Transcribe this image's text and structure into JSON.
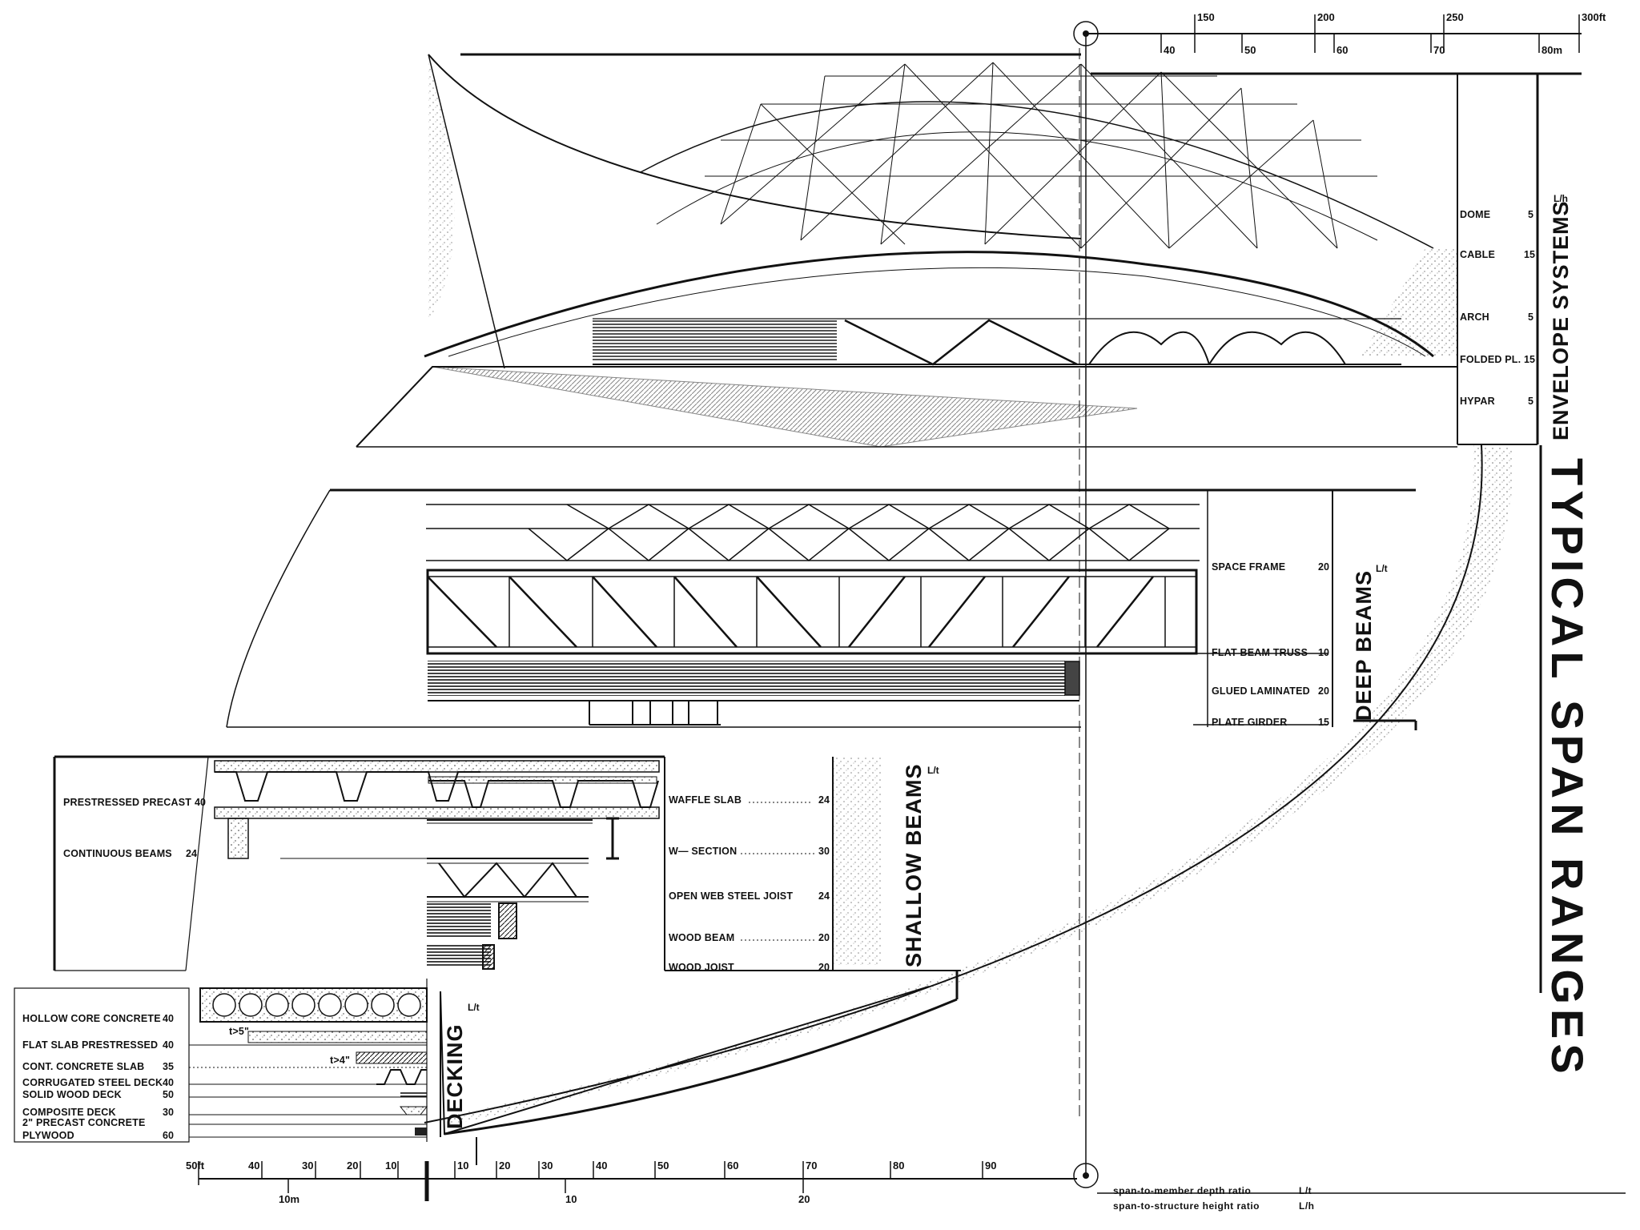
{
  "title": "TYPICAL SPAN RANGES",
  "top_scale": {
    "ft": [
      "150",
      "200",
      "250",
      "300ft"
    ],
    "m": [
      "40",
      "50",
      "60",
      "70",
      "80m"
    ]
  },
  "bottom_scale": {
    "left_ft": [
      "50ft",
      "40",
      "30",
      "20",
      "10"
    ],
    "left_m": "10m",
    "right_ft": [
      "10",
      "20",
      "30",
      "40",
      "50",
      "60",
      "70",
      "80",
      "90"
    ],
    "right_m": [
      "10",
      "20"
    ]
  },
  "envelope_systems": {
    "title": "ENVELOPE SYSTEMS",
    "unit": "L/h",
    "items": [
      {
        "label": "DOME",
        "value": "5"
      },
      {
        "label": "CABLE",
        "value": "15"
      },
      {
        "label": "ARCH",
        "value": "5"
      },
      {
        "label": "FOLDED PL.",
        "value": "15"
      },
      {
        "label": "HYPAR",
        "value": "5"
      }
    ]
  },
  "deep_beams": {
    "title": "DEEP BEAMS",
    "unit": "L/t",
    "items": [
      {
        "label": "SPACE FRAME",
        "value": "20"
      },
      {
        "label": "FLAT BEAM TRUSS",
        "value": "10"
      },
      {
        "label": "GLUED LAMINATED",
        "value": "20"
      },
      {
        "label": "PLATE GIRDER",
        "value": "15"
      }
    ]
  },
  "shallow_beams": {
    "title": "SHALLOW BEAMS",
    "unit": "L/t",
    "left_items": [
      {
        "label": "PRESTRESSED PRECAST",
        "value": "40"
      },
      {
        "label": "CONTINUOUS BEAMS",
        "value": "24"
      }
    ],
    "right_items": [
      {
        "label": "WAFFLE SLAB",
        "value": "24"
      },
      {
        "label": "W— SECTION",
        "value": "30"
      },
      {
        "label": "OPEN WEB STEEL JOIST",
        "value": "24"
      },
      {
        "label": "WOOD BEAM",
        "value": "20"
      },
      {
        "label": "WOOD JOIST",
        "value": "20"
      }
    ]
  },
  "decking": {
    "title": "DECKING",
    "unit": "L/t",
    "items": [
      {
        "label": "HOLLOW CORE CONCRETE",
        "value": "40"
      },
      {
        "label": "FLAT SLAB PRESTRESSED",
        "value": "40"
      },
      {
        "label": "CONT. CONCRETE SLAB",
        "value": "35"
      },
      {
        "label": "CORRUGATED STEEL DECK",
        "value": "40"
      },
      {
        "label": "SOLID WOOD DECK",
        "value": "50"
      },
      {
        "label": "COMPOSITE DECK",
        "value": "30"
      },
      {
        "label": "2\" PRECAST CONCRETE",
        "value": ""
      },
      {
        "label": "PLYWOOD",
        "value": "60"
      }
    ],
    "notes": [
      "t>5\"",
      "t>4\""
    ]
  },
  "legend": [
    {
      "text": "span-to-member depth ratio",
      "abbr": "L/t"
    },
    {
      "text": "span-to-structure height ratio",
      "abbr": "L/h"
    }
  ]
}
